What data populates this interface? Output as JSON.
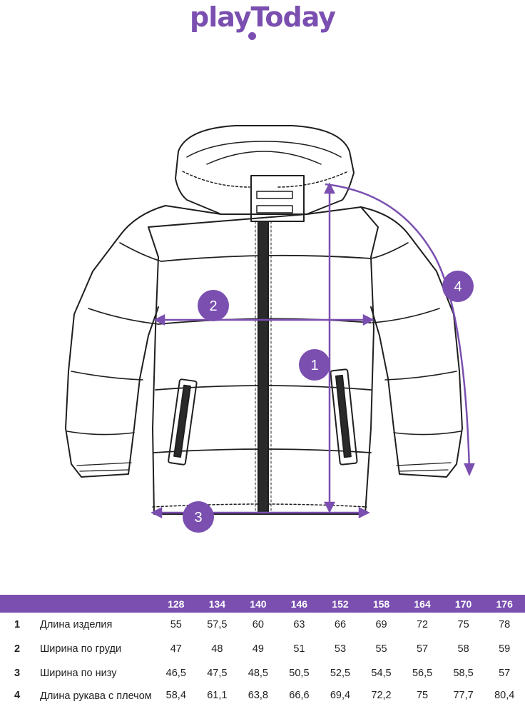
{
  "brand": {
    "name": "playToday"
  },
  "colors": {
    "accent": "#7a4fb0",
    "line": "#1f1f1f"
  },
  "markers": [
    {
      "id": "1",
      "label": "1"
    },
    {
      "id": "2",
      "label": "2"
    },
    {
      "id": "3",
      "label": "3"
    },
    {
      "id": "4",
      "label": "4"
    }
  ],
  "size_table": {
    "sizes": [
      "128",
      "134",
      "140",
      "146",
      "152",
      "158",
      "164",
      "170",
      "176"
    ],
    "rows": [
      {
        "num": "1",
        "label": "Длина изделия",
        "values": [
          "55",
          "57,5",
          "60",
          "63",
          "66",
          "69",
          "72",
          "75",
          "78"
        ]
      },
      {
        "num": "2",
        "label": "Ширина по груди",
        "values": [
          "47",
          "48",
          "49",
          "51",
          "53",
          "55",
          "57",
          "58",
          "59"
        ]
      },
      {
        "num": "3",
        "label": "Ширина по низу",
        "values": [
          "46,5",
          "47,5",
          "48,5",
          "50,5",
          "52,5",
          "54,5",
          "56,5",
          "58,5",
          "57"
        ]
      },
      {
        "num": "4",
        "label": "Длина рукава с плечом",
        "values": [
          "58,4",
          "61,1",
          "63,8",
          "66,6",
          "69,4",
          "72,2",
          "75",
          "77,7",
          "80,4"
        ]
      }
    ]
  }
}
